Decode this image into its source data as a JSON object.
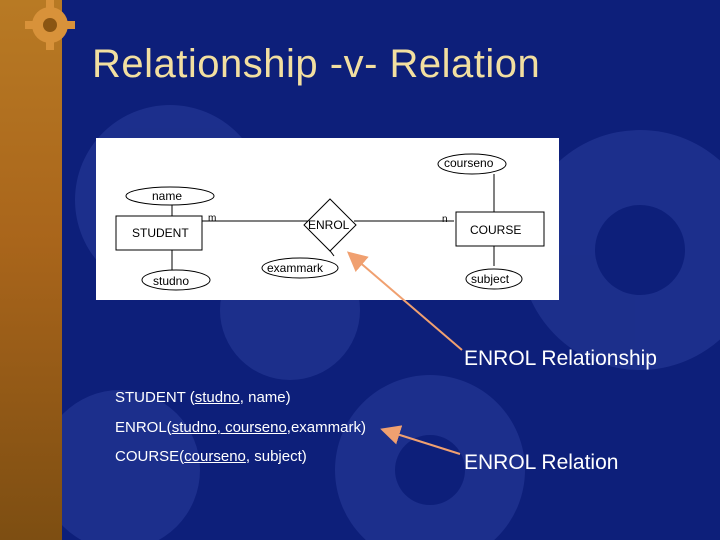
{
  "slide": {
    "title": "Relationship -v- Relation"
  },
  "er_diagram": {
    "entities": {
      "student": "STUDENT",
      "course": "COURSE"
    },
    "relationship": "ENROL",
    "attributes": {
      "name": "name",
      "studno": "studno",
      "exammark": "exammark",
      "courseno": "courseno",
      "subject": "subject"
    },
    "cardinality": {
      "left": "m",
      "right": "n"
    }
  },
  "captions": {
    "relationship": "ENROL Relationship",
    "relation": "ENROL Relation"
  },
  "schema": {
    "student": {
      "name": "STUDENT",
      "open": " (",
      "key": "studno",
      "rest": ", name)"
    },
    "enrol": {
      "name": "ENROL(",
      "key1": "studno",
      "sep": ", ",
      "key2": "courseno",
      "rest": ",exammark)"
    },
    "course": {
      "name": "COURSE(",
      "key": "courseno",
      "rest": ", subject)"
    }
  },
  "colors": {
    "background": "#0d1f7a",
    "title": "#f2dfa0",
    "arrow": "#f0a070",
    "strip": "#b87a24"
  }
}
